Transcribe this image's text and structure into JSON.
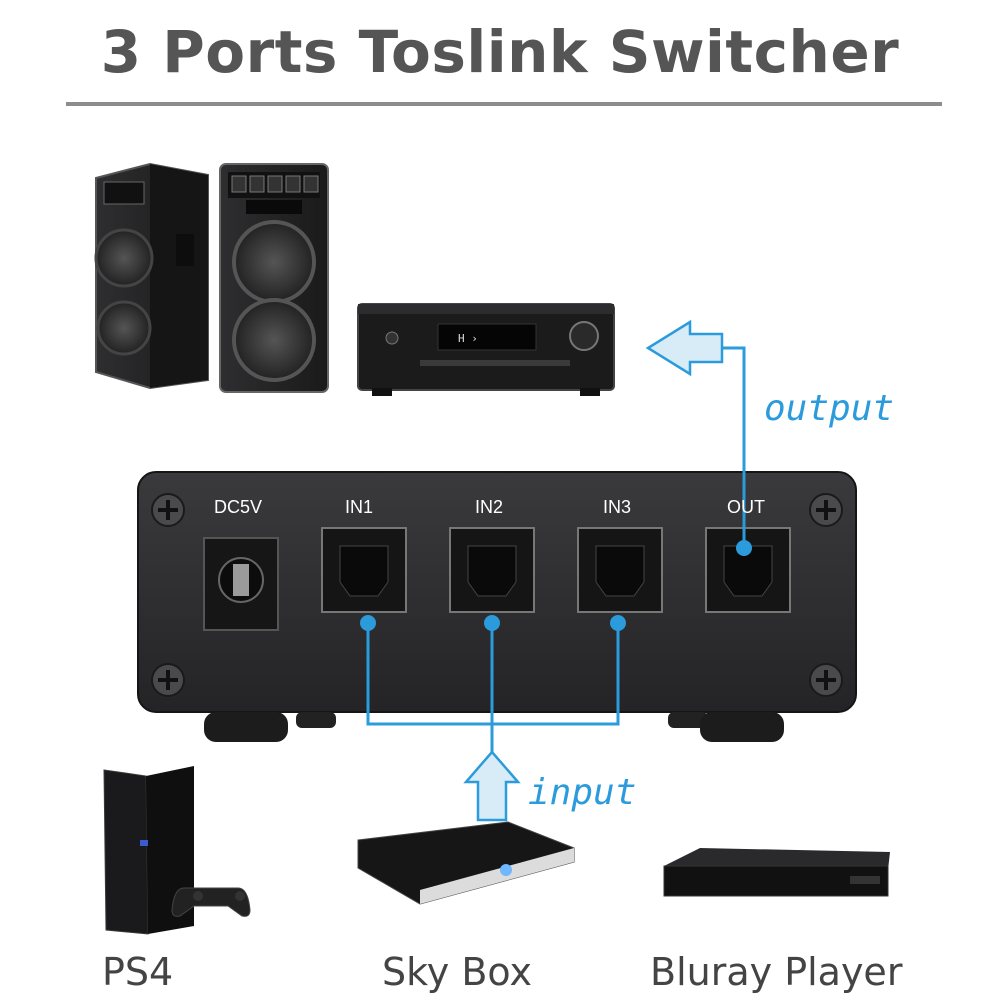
{
  "title": "3 Ports Toslink Switcher",
  "switcher": {
    "power_label": "DC5V",
    "ports": [
      "IN1",
      "IN2",
      "IN3",
      "OUT"
    ]
  },
  "flows": {
    "output_label": "output",
    "input_label": "input"
  },
  "devices": {
    "source_1": "PS4",
    "source_2": "Sky Box",
    "source_3": "Bluray Player"
  },
  "colors": {
    "flow_line": "#2b9bdc",
    "arrow_fill": "#d8ecf8",
    "switcher_body": "#2b2b2d"
  }
}
